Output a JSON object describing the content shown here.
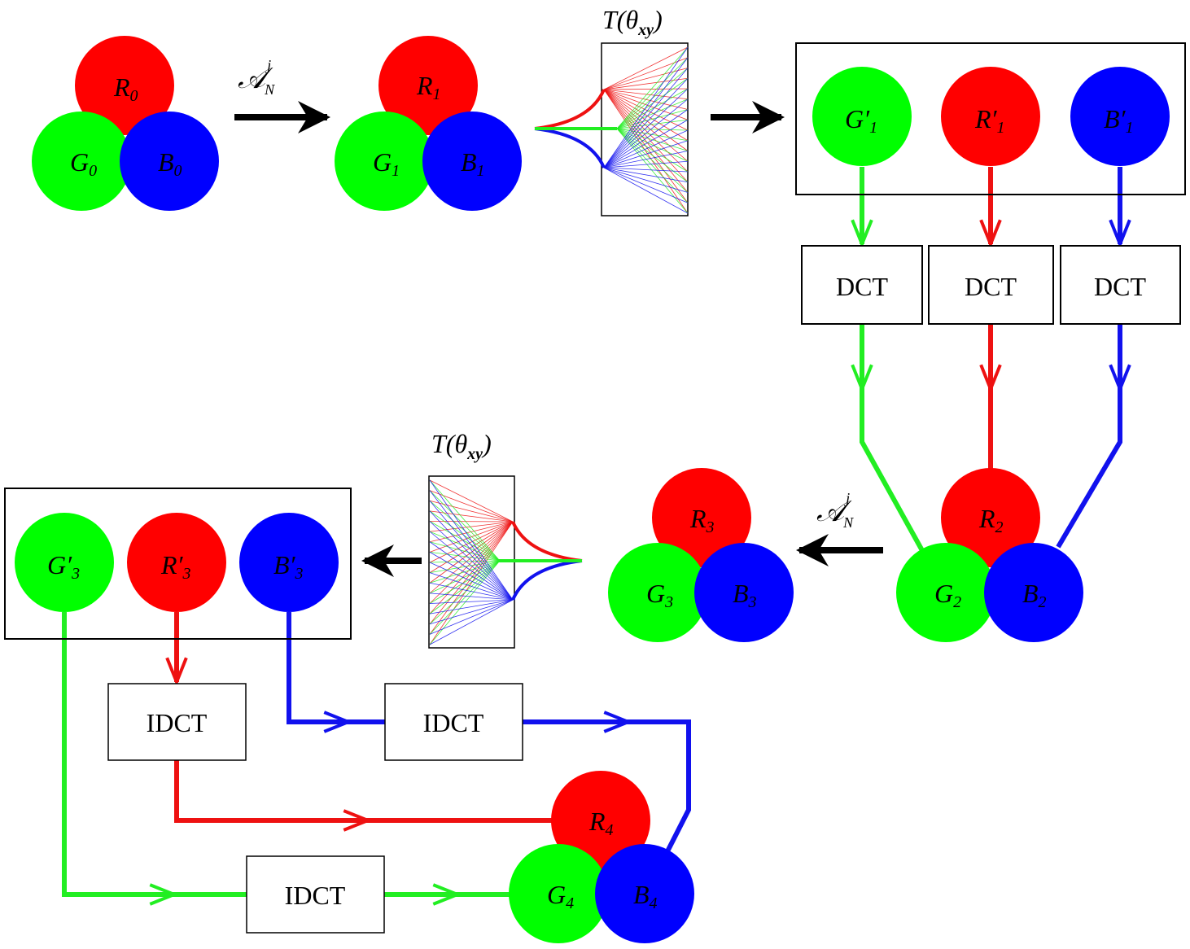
{
  "colors": {
    "red": "#ff0000",
    "green": "#00ff00",
    "blue": "#0000ff",
    "black": "#000000",
    "line_green": "#22ee22",
    "line_red": "#ee1111",
    "line_blue": "#1111ee"
  },
  "transform_label": {
    "main": "T(θ",
    "sub": "xy",
    "close": ")"
  },
  "map_label": {
    "main": "𝒜",
    "sup": "j",
    "sub": "N"
  },
  "groups": {
    "g0": {
      "r": {
        "main": "R",
        "sub": "0"
      },
      "g": {
        "main": "G",
        "sub": "0"
      },
      "b": {
        "main": "B",
        "sub": "0"
      }
    },
    "g1": {
      "r": {
        "main": "R",
        "sub": "1"
      },
      "g": {
        "main": "G",
        "sub": "1"
      },
      "b": {
        "main": "B",
        "sub": "1"
      }
    },
    "g1p": {
      "g": {
        "main": "G′",
        "sub": "1"
      },
      "r": {
        "main": "R′",
        "sub": "1"
      },
      "b": {
        "main": "B′",
        "sub": "1"
      }
    },
    "g2": {
      "r": {
        "main": "R",
        "sub": "2"
      },
      "g": {
        "main": "G",
        "sub": "2"
      },
      "b": {
        "main": "B",
        "sub": "2"
      }
    },
    "g3": {
      "r": {
        "main": "R",
        "sub": "3"
      },
      "g": {
        "main": "G",
        "sub": "3"
      },
      "b": {
        "main": "B",
        "sub": "3"
      }
    },
    "g3p": {
      "g": {
        "main": "G′",
        "sub": "3"
      },
      "r": {
        "main": "R′",
        "sub": "3"
      },
      "b": {
        "main": "B′",
        "sub": "3"
      }
    },
    "g4": {
      "r": {
        "main": "R",
        "sub": "4"
      },
      "g": {
        "main": "G",
        "sub": "4"
      },
      "b": {
        "main": "B",
        "sub": "4"
      }
    }
  },
  "boxes": {
    "dct_g": "DCT",
    "dct_r": "DCT",
    "dct_b": "DCT",
    "idct_r": "IDCT",
    "idct_b": "IDCT",
    "idct_g": "IDCT"
  }
}
